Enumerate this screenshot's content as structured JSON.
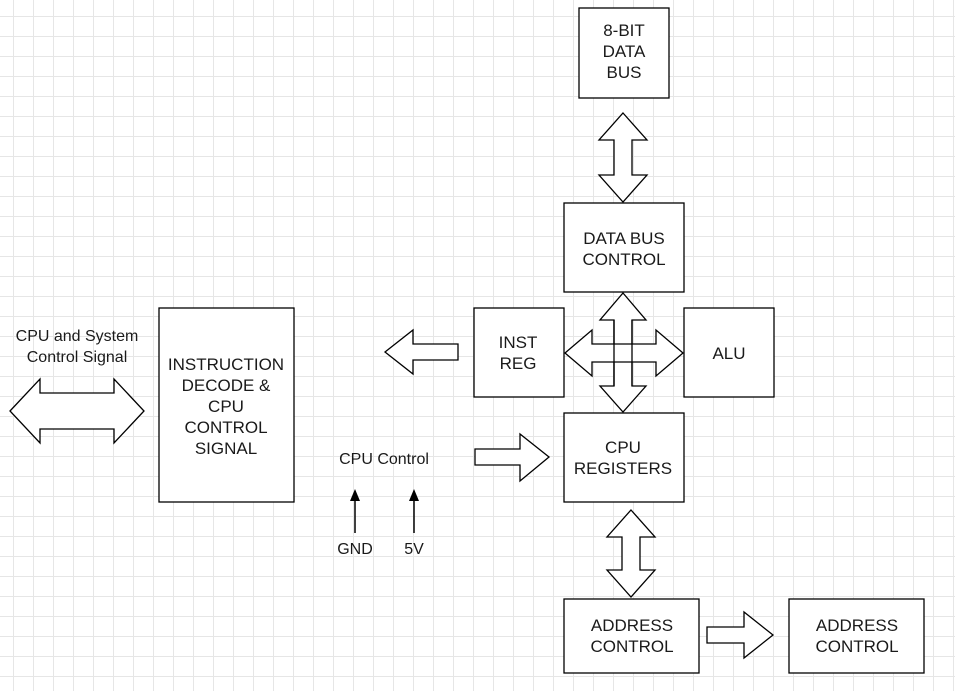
{
  "blocks": {
    "data_bus_8bit": [
      "8-BIT",
      "DATA",
      "BUS"
    ],
    "data_bus_control": [
      "DATA BUS",
      "CONTROL"
    ],
    "inst_reg": [
      "INST",
      "REG"
    ],
    "alu": [
      "ALU"
    ],
    "cpu_registers": [
      "CPU",
      "REGISTERS"
    ],
    "instruction_decode": [
      "INSTRUCTION",
      "DECODE &",
      "CPU",
      "CONTROL",
      "SIGNAL"
    ],
    "address_control_1": [
      "ADDRESS",
      "CONTROL"
    ],
    "address_control_2": [
      "ADDRESS",
      "CONTROL"
    ]
  },
  "labels": {
    "system_signal": [
      "CPU and System",
      "Control Signal"
    ],
    "cpu_control": "CPU Control",
    "gnd": "GND",
    "five_v": "5V"
  },
  "colors": {
    "stroke": "#000000",
    "fill": "#ffffff",
    "grid": "#e6e6e6",
    "text": "#1a1a1a"
  }
}
